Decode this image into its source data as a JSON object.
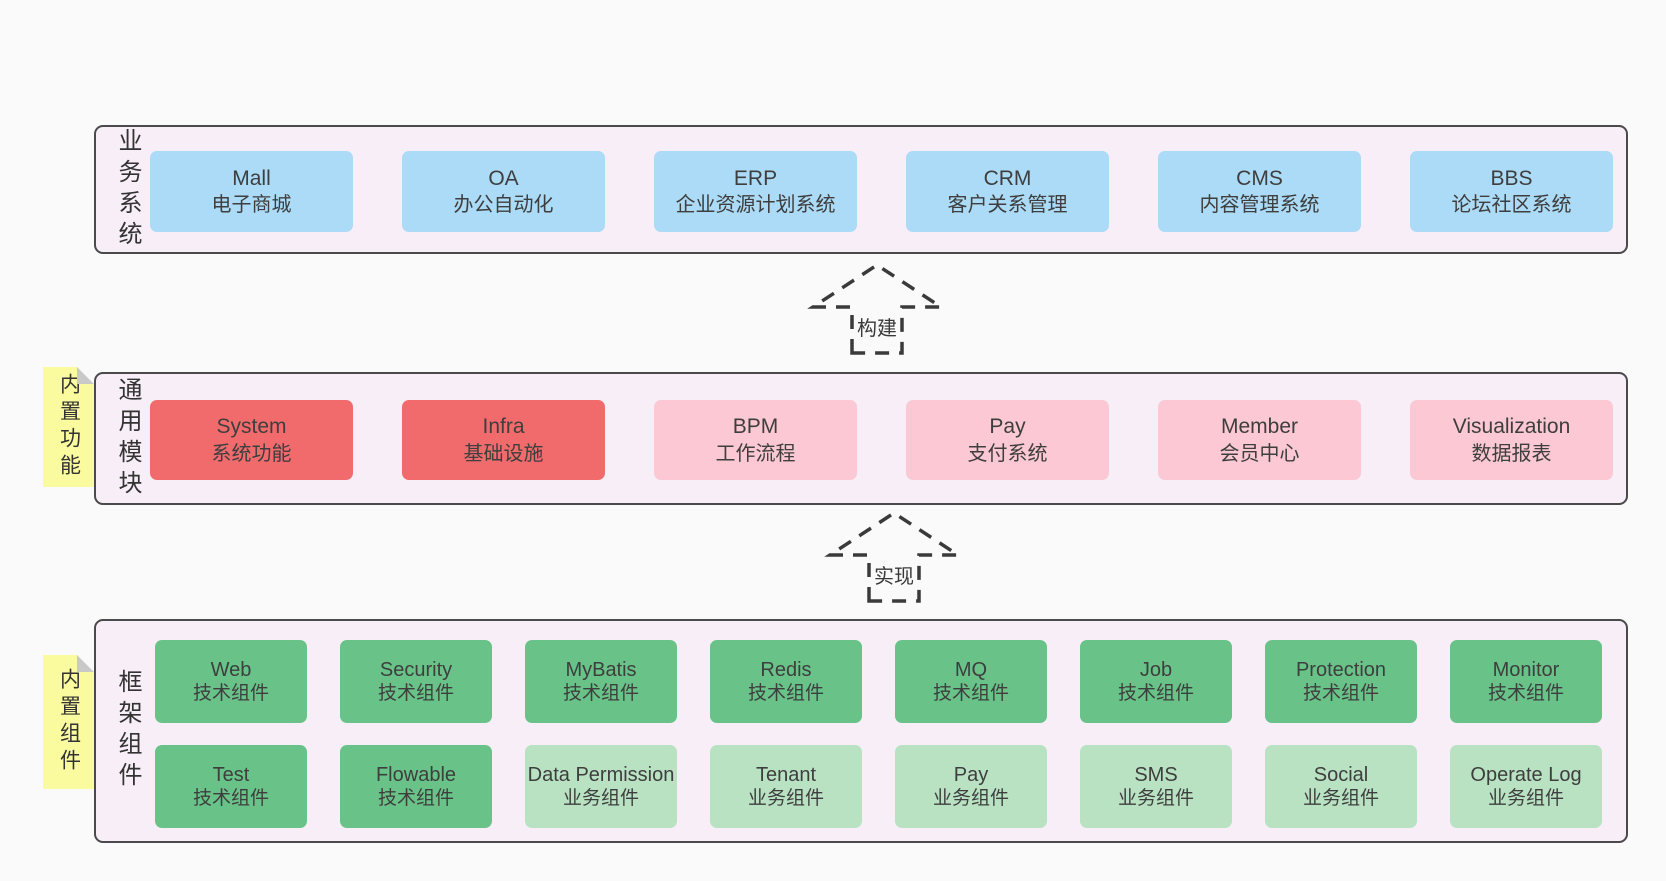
{
  "colors": {
    "page_bg": "#fafafa",
    "panel_bg": "#f8eef7",
    "panel_border": "#4a4a4a",
    "blue": "#abdbf6",
    "red": "#f16b6d",
    "pink": "#fbc8d3",
    "green": "#69c388",
    "light_green": "#b9e2c3",
    "sticky_yellow": "#fafa9e",
    "sticky_fold": "#c9c9c9",
    "text": "#3e3e3e",
    "arrow": "#3a3a3a"
  },
  "sections": {
    "business": {
      "side_label": "业务系统",
      "boxes": [
        {
          "title": "Mall",
          "subtitle": "电子商城"
        },
        {
          "title": "OA",
          "subtitle": "办公自动化"
        },
        {
          "title": "ERP",
          "subtitle": "企业资源计划系统"
        },
        {
          "title": "CRM",
          "subtitle": "客户关系管理"
        },
        {
          "title": "CMS",
          "subtitle": "内容管理系统"
        },
        {
          "title": "BBS",
          "subtitle": "论坛社区系统"
        }
      ]
    },
    "modules": {
      "side_label": "通用模块",
      "sticky_label": "内置功能",
      "boxes": [
        {
          "title": "System",
          "subtitle": "系统功能",
          "variant": "red"
        },
        {
          "title": "Infra",
          "subtitle": "基础设施",
          "variant": "red"
        },
        {
          "title": "BPM",
          "subtitle": "工作流程",
          "variant": "pink"
        },
        {
          "title": "Pay",
          "subtitle": "支付系统",
          "variant": "pink"
        },
        {
          "title": "Member",
          "subtitle": "会员中心",
          "variant": "pink"
        },
        {
          "title": "Visualization",
          "subtitle": "数据报表",
          "variant": "pink"
        }
      ]
    },
    "framework": {
      "side_label": "框架组件",
      "sticky_label": "内置组件",
      "row1": [
        {
          "title": "Web",
          "subtitle": "技术组件",
          "variant": "green"
        },
        {
          "title": "Security",
          "subtitle": "技术组件",
          "variant": "green"
        },
        {
          "title": "MyBatis",
          "subtitle": "技术组件",
          "variant": "green"
        },
        {
          "title": "Redis",
          "subtitle": "技术组件",
          "variant": "green"
        },
        {
          "title": "MQ",
          "subtitle": "技术组件",
          "variant": "green"
        },
        {
          "title": "Job",
          "subtitle": "技术组件",
          "variant": "green"
        },
        {
          "title": "Protection",
          "subtitle": "技术组件",
          "variant": "green"
        },
        {
          "title": "Monitor",
          "subtitle": "技术组件",
          "variant": "green"
        }
      ],
      "row2": [
        {
          "title": "Test",
          "subtitle": "技术组件",
          "variant": "green"
        },
        {
          "title": "Flowable",
          "subtitle": "技术组件",
          "variant": "green"
        },
        {
          "title": "Data Permission",
          "subtitle": "业务组件",
          "variant": "light_green"
        },
        {
          "title": "Tenant",
          "subtitle": "业务组件",
          "variant": "light_green"
        },
        {
          "title": "Pay",
          "subtitle": "业务组件",
          "variant": "light_green"
        },
        {
          "title": "SMS",
          "subtitle": "业务组件",
          "variant": "light_green"
        },
        {
          "title": "Social",
          "subtitle": "业务组件",
          "variant": "light_green"
        },
        {
          "title": "Operate Log",
          "subtitle": "业务组件",
          "variant": "light_green"
        }
      ]
    }
  },
  "arrows": {
    "build": {
      "label": "构建"
    },
    "implement": {
      "label": "实现"
    }
  }
}
